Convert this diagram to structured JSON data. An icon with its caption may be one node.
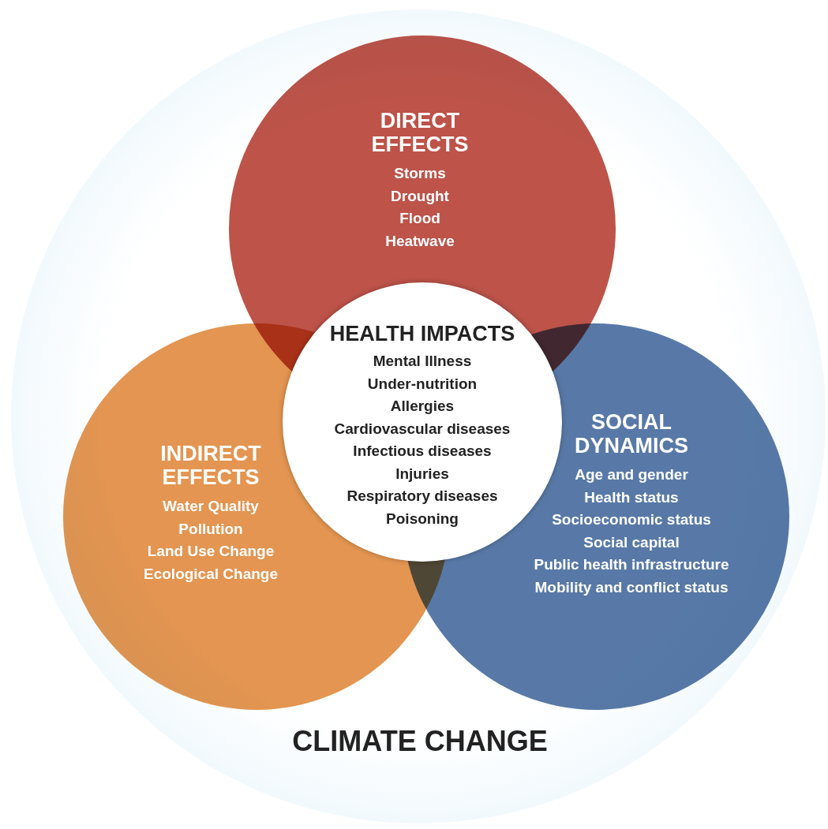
{
  "diagram": {
    "nodes": [
      {
        "text": [
          "CLIMATE CHANGE"
        ]
      },
      {
        "text": [
          "DIRECT EFFECTS",
          "Storms",
          "Drought",
          "Flood",
          "Heatwave"
        ],
        "in": 0
      },
      {
        "text": [
          "INDIRECT EFFECTS",
          "Water Quality",
          "Pollution",
          "Land Use Change",
          "Ecological Change"
        ],
        "in": 0
      },
      {
        "text": [
          "SOCIAL DYNAMICS",
          "Age and gender",
          "Health status",
          "Socioeconomic status",
          "Social capital",
          "Public health infrastructure",
          "Mobility and conflict status"
        ],
        "in": 0
      },
      {
        "text": [
          "HEALTH IMPACTS",
          "Mental Illness",
          "Under-nutrition",
          "Allergies",
          "Cardiovascular diseases",
          "Infectious diseases",
          "Injuries",
          "Respiratory diseases",
          "Poisoning"
        ],
        "in": 0
      }
    ],
    "edges": []
  }
}
